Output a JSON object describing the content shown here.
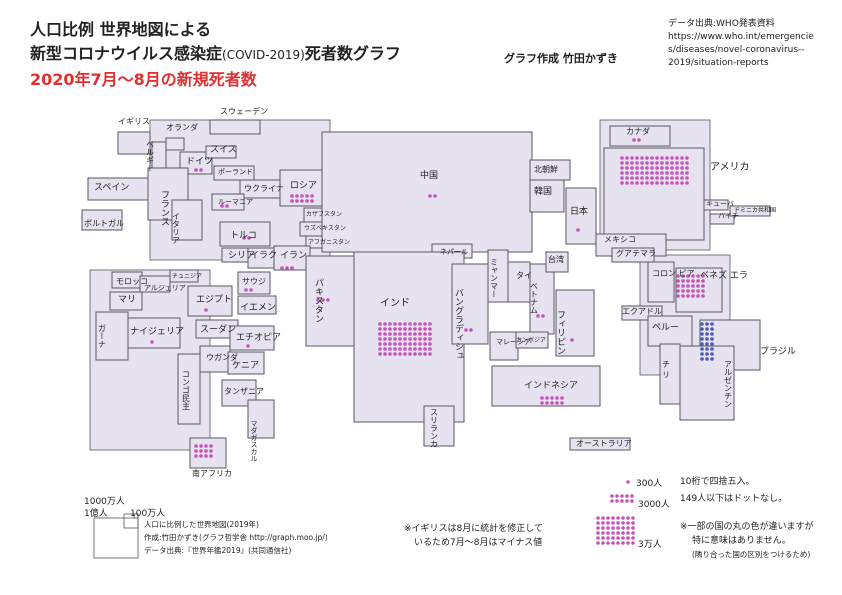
{
  "title": {
    "line1": "人口比例 世界地図による",
    "line2_main": "新型コロナウイルス感染症",
    "line2_paren": "(COVID-2019)",
    "line2_tail": "死者数グラフ",
    "line3": "2020年7月〜8月の新規死者数"
  },
  "author": "グラフ作成 竹田かずき",
  "source": {
    "line1": "データ出典:WHO発表資料",
    "line2": "https://www.who.int/emergencie",
    "line3": "s/diseases/novel-coronavirus--",
    "line4": "2019/situation-reports"
  },
  "colors": {
    "land": "#e6e2f0",
    "border": "#5a5560",
    "dot": "#c654b8",
    "dot_blue": "#4a5ab8"
  },
  "countries": [
    {
      "name": "イギリス",
      "label": "イギリス"
    },
    {
      "name": "オランダ",
      "label": "オランダ"
    },
    {
      "name": "ベルギー",
      "label": "ベルギー"
    },
    {
      "name": "スウェーデン",
      "label": "スウェーデン"
    },
    {
      "name": "ドイツ",
      "label": "ドイツ"
    },
    {
      "name": "スイス",
      "label": "スイス"
    },
    {
      "name": "ポーランド",
      "label": "ポーランド"
    },
    {
      "name": "ウクライナ",
      "label": "ウクライナ"
    },
    {
      "name": "ロシア",
      "label": "ロシア"
    },
    {
      "name": "スペイン",
      "label": "スペイン"
    },
    {
      "name": "ポルトガル",
      "label": "ポルトガル"
    },
    {
      "name": "フランス",
      "label": "フランス"
    },
    {
      "name": "イタリア",
      "label": "イタリア"
    },
    {
      "name": "ルーマニア",
      "label": "ルーマニア"
    },
    {
      "name": "トルコ",
      "label": "トルコ"
    },
    {
      "name": "カザフスタン",
      "label": "カザフスタン"
    },
    {
      "name": "ウズベキスタン",
      "label": "ウズベキスタン"
    },
    {
      "name": "アフガニスタン",
      "label": "アフガニスタン"
    },
    {
      "name": "シリア",
      "label": "シリア"
    },
    {
      "name": "イラク",
      "label": "イラク"
    },
    {
      "name": "イラン",
      "label": "イラン"
    },
    {
      "name": "サウジ",
      "label": "サウジ"
    },
    {
      "name": "イエメン",
      "label": "イエメン"
    },
    {
      "name": "中国",
      "label": "中国"
    },
    {
      "name": "北朝鮮",
      "label": "北朝鮮"
    },
    {
      "name": "韓国",
      "label": "韓国"
    },
    {
      "name": "日本",
      "label": "日本"
    },
    {
      "name": "ネパール",
      "label": "ネパール"
    },
    {
      "name": "パキスタン",
      "label": "パキスタン"
    },
    {
      "name": "インド",
      "label": "インド"
    },
    {
      "name": "バングラディシュ",
      "label": "バングラディシュ"
    },
    {
      "name": "ミャンマー",
      "label": "ミャンマー"
    },
    {
      "name": "タイ",
      "label": "タイ"
    },
    {
      "name": "ベトナム",
      "label": "ベトナム"
    },
    {
      "name": "台湾",
      "label": "台湾"
    },
    {
      "name": "フィリピン",
      "label": "フィリピン"
    },
    {
      "name": "マレーシア",
      "label": "マレーシア"
    },
    {
      "name": "カンボジア",
      "label": "カンボジア"
    },
    {
      "name": "インドネシア",
      "label": "インドネシア"
    },
    {
      "name": "スリランカ",
      "label": "スリランカ"
    },
    {
      "name": "オーストラリア",
      "label": "オーストラリア"
    },
    {
      "name": "モロッコ",
      "label": "モロッコ"
    },
    {
      "name": "アルジェリア",
      "label": "アルジェリア"
    },
    {
      "name": "チュニジア",
      "label": "チュニジア"
    },
    {
      "name": "マリ",
      "label": "マリ"
    },
    {
      "name": "エジプト",
      "label": "エジプト"
    },
    {
      "name": "ガーナ",
      "label": "ガーナ"
    },
    {
      "name": "ナイジェリア",
      "label": "ナイジェリア"
    },
    {
      "name": "スーダン",
      "label": "スーダン"
    },
    {
      "name": "エチオピア",
      "label": "エチオピア"
    },
    {
      "name": "ウガンダ",
      "label": "ウガンダ"
    },
    {
      "name": "ケニア",
      "label": "ケニア"
    },
    {
      "name": "コンゴ民主",
      "label": "コンゴ民主"
    },
    {
      "name": "タンザニア",
      "label": "タンザニア"
    },
    {
      "name": "マダガスカル",
      "label": "マダガスカル"
    },
    {
      "name": "南アフリカ",
      "label": "南アフリカ"
    },
    {
      "name": "カナダ",
      "label": "カナダ"
    },
    {
      "name": "アメリカ",
      "label": "アメリカ"
    },
    {
      "name": "メキシコ",
      "label": "メキシコ"
    },
    {
      "name": "キューバ",
      "label": "キューバ"
    },
    {
      "name": "ハイチ",
      "label": "ハイチ"
    },
    {
      "name": "ドミニカ共和国",
      "label": "ドミニカ共和国"
    },
    {
      "name": "グアテマラ",
      "label": "グアテマラ"
    },
    {
      "name": "コロンビア",
      "label": "コロン ビア"
    },
    {
      "name": "ベネズエラ",
      "label": "ベネズ エラ"
    },
    {
      "name": "エクアドル",
      "label": "エクアドル"
    },
    {
      "name": "ペルー",
      "label": "ペルー"
    },
    {
      "name": "ブラジル",
      "label": "ブラジル"
    },
    {
      "name": "チリ",
      "label": "チ リ"
    },
    {
      "name": "アルゼンチン",
      "label": "アルゼンチン"
    }
  ],
  "scale_legend": {
    "big": "1億人",
    "mid": "1000万人",
    "small": "100万人",
    "line1": "人口に比例した世界地図(2019年)",
    "line2": "作成:竹田かずき(グラフ哲学舎 http://graph.moo.jp/)",
    "line3": "データ出典:『世界年鑑2019』(共同通信社)"
  },
  "uk_note": {
    "line1": "※イギリスは8月に統計を修正して",
    "line2": "いるため7月〜8月はマイナス値"
  },
  "dot_legend": {
    "d1": "300人",
    "d2": "3000人",
    "d3": "3万人"
  },
  "rounding_note": {
    "line1": "10桁で四捨五入。",
    "line2": "149人以下はドットなし。"
  },
  "color_note": {
    "line1": "※一部の国の丸の色が違いますが",
    "line2": "特に意味はありません。",
    "line3": "(隣り合った国の区別をつけるため)"
  }
}
